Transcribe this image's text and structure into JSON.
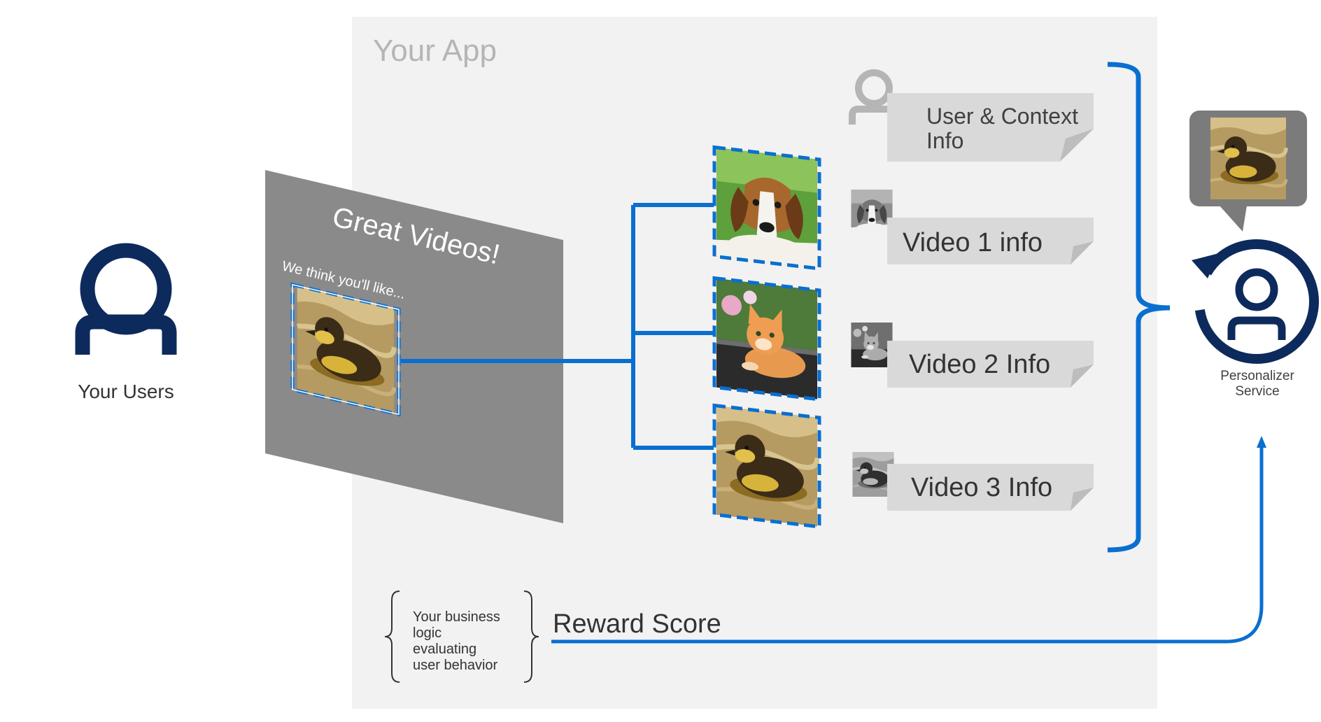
{
  "app_label": "Your App",
  "users": {
    "label": "Your Users"
  },
  "screen": {
    "title": "Great Videos!",
    "subtitle": "We think you'll like..."
  },
  "context": {
    "label_line1": "User & Context",
    "label_line2": "Info"
  },
  "videos": [
    {
      "info": "Video 1 info",
      "subject": "beagle-puppy"
    },
    {
      "info": "Video 2 Info",
      "subject": "orange-kitten"
    },
    {
      "info": "Video 3 Info",
      "subject": "duckling"
    }
  ],
  "personalizer": {
    "label_line1": "Personalizer",
    "label_line2": "Service"
  },
  "business_logic": {
    "lines": [
      "Your business",
      "logic",
      "evaluating",
      "user behavior"
    ]
  },
  "reward": {
    "label": "Reward Score"
  },
  "colors": {
    "accent": "#0a6fd0",
    "navy": "#0d2a5c",
    "panel": "#f2f2f2",
    "screen": "#8a8a8a",
    "card": "#d9d9d9"
  }
}
